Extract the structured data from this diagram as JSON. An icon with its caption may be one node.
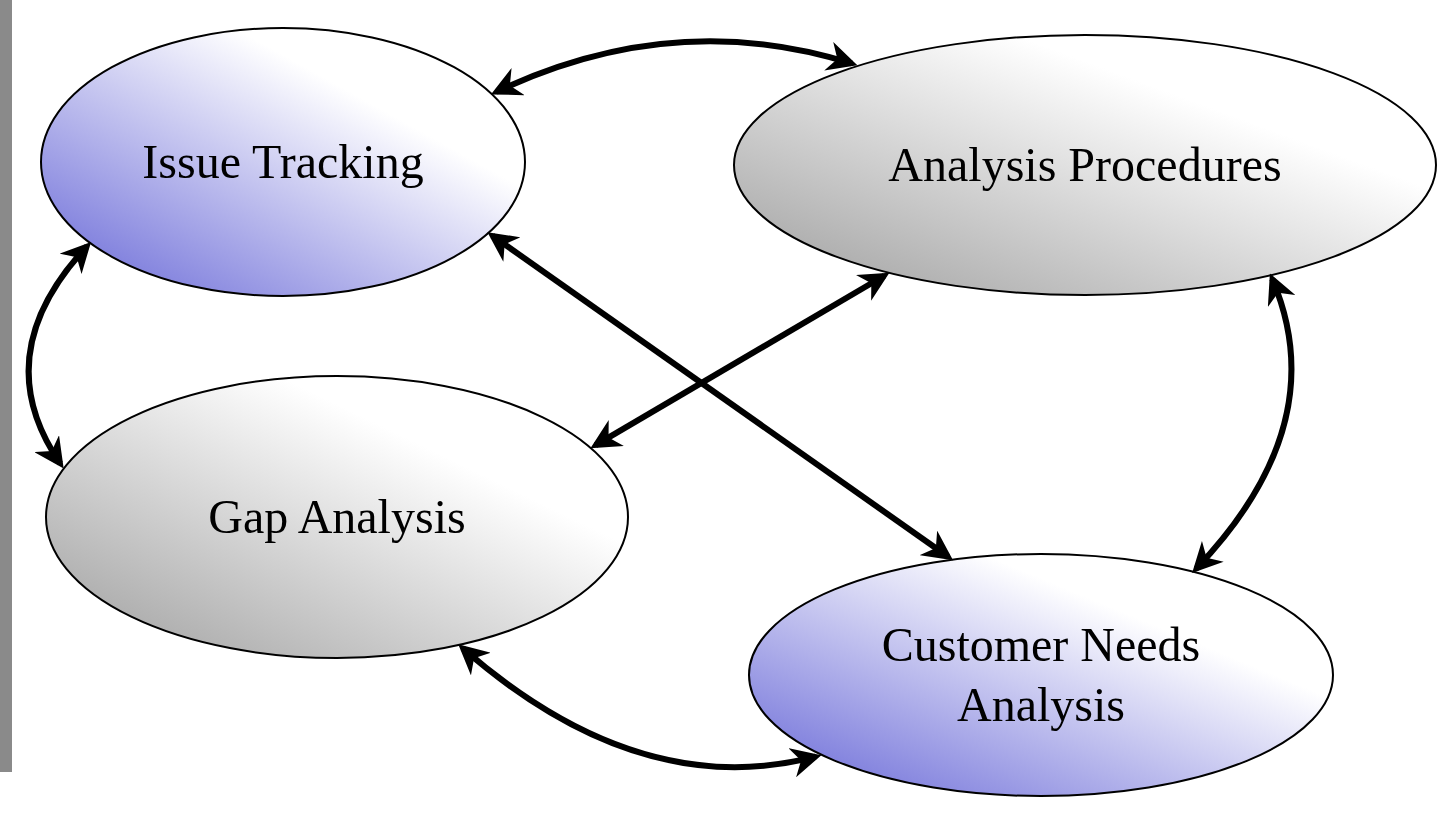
{
  "diagram": {
    "nodes": [
      {
        "text": [
          "Issue Tracking"
        ]
      },
      {
        "text": [
          "Analysis Procedures"
        ]
      },
      {
        "text": [
          "Gap Analysis"
        ]
      },
      {
        "text": [
          "Customer Needs Analysis"
        ]
      }
    ],
    "edges": [
      {
        "from": 0,
        "to": 1,
        "arrow": "both"
      },
      {
        "from": 0,
        "to": 2,
        "arrow": "both"
      },
      {
        "from": 1,
        "to": 3,
        "arrow": "both"
      },
      {
        "from": 2,
        "to": 3,
        "arrow": "both"
      },
      {
        "from": 0,
        "to": 3,
        "arrow": "both"
      },
      {
        "from": 2,
        "to": 1,
        "arrow": "both"
      }
    ]
  }
}
